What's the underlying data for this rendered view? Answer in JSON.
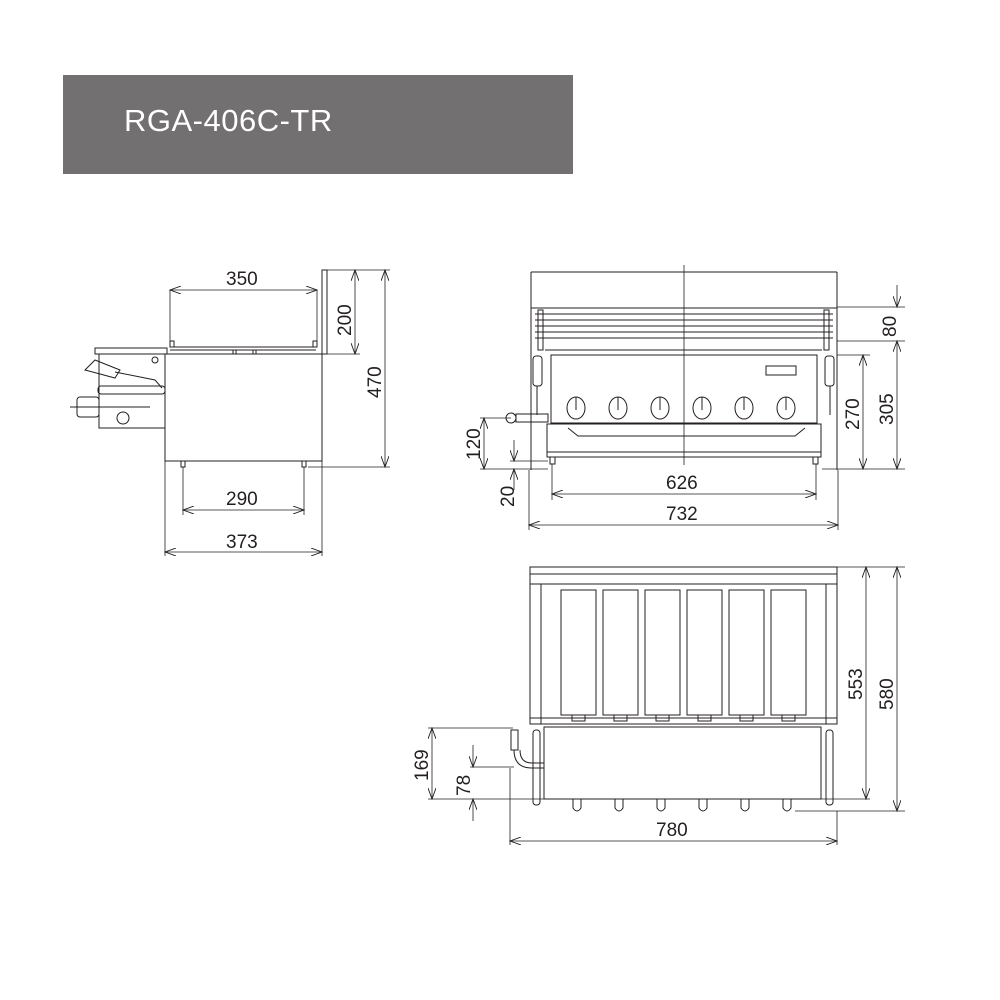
{
  "title": {
    "model": "RGA-406C-TR",
    "banner_color": "#727071",
    "text_color": "#ffffff"
  },
  "views": {
    "side_view": {
      "dimensions": {
        "width_top": "350",
        "backguard_height": "200",
        "total_height": "470",
        "leg_span": "290",
        "depth": "373"
      }
    },
    "front_view": {
      "dimensions": {
        "grill_height": "80",
        "body_height_inner": "270",
        "body_height": "305",
        "gas_inlet_height": "120",
        "leg_height": "20",
        "leg_span": "626",
        "width": "732"
      },
      "knob_count": 6
    },
    "top_view": {
      "dimensions": {
        "depth_inner": "553",
        "depth": "580",
        "gas_inlet_y": "169",
        "gas_inlet_offset": "78",
        "overall_width": "780"
      },
      "burner_count": 6
    }
  },
  "colors": {
    "line": "#231f20",
    "background": "#ffffff"
  }
}
